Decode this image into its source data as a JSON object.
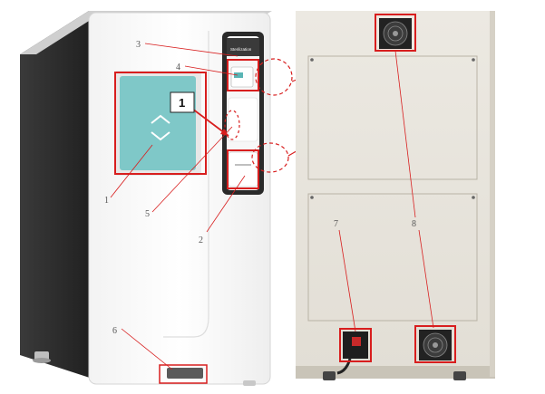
{
  "front_panel": {
    "brand_text": "Sterilization",
    "callouts": [
      "1",
      "2",
      "3",
      "4",
      "5",
      "6"
    ]
  },
  "rear_panel": {
    "callouts": [
      "7",
      "8"
    ]
  },
  "boxed_callouts": [
    "1",
    "2",
    "3"
  ],
  "colors": {
    "annotation_red": "#d81e1e",
    "window_teal": "#7fc8c8",
    "rear_panel_bg": "#e9e6df"
  }
}
